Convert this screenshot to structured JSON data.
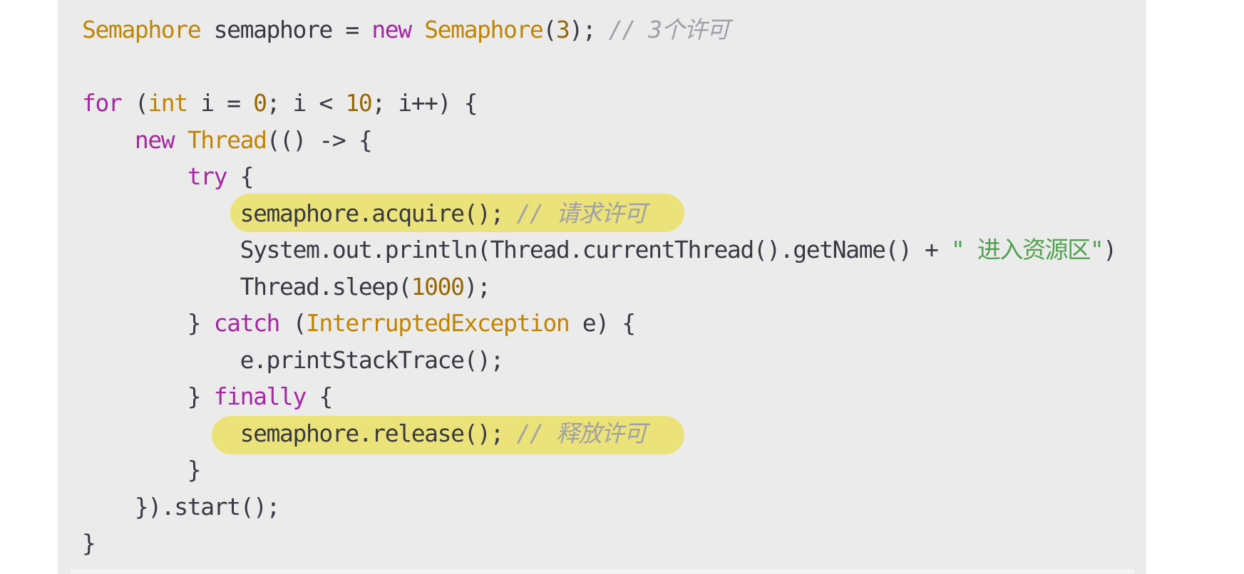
{
  "code": {
    "lines": [
      {
        "indent": "",
        "tokens": [
          {
            "t": "Semaphore",
            "c": "ty"
          },
          {
            "t": " semaphore = ",
            "c": "pl"
          },
          {
            "t": "new",
            "c": "kw"
          },
          {
            "t": " ",
            "c": "pl"
          },
          {
            "t": "Semaphore",
            "c": "ty"
          },
          {
            "t": "(",
            "c": "pl"
          },
          {
            "t": "3",
            "c": "num"
          },
          {
            "t": "); ",
            "c": "pl"
          },
          {
            "t": "// 3个许可",
            "c": "cmt"
          }
        ]
      },
      {
        "indent": "",
        "tokens": []
      },
      {
        "indent": "",
        "tokens": [
          {
            "t": "for",
            "c": "kw"
          },
          {
            "t": " (",
            "c": "pl"
          },
          {
            "t": "int",
            "c": "ty"
          },
          {
            "t": " i = ",
            "c": "pl"
          },
          {
            "t": "0",
            "c": "num"
          },
          {
            "t": "; i < ",
            "c": "pl"
          },
          {
            "t": "10",
            "c": "num"
          },
          {
            "t": "; i++) {",
            "c": "pl"
          }
        ]
      },
      {
        "indent": "    ",
        "tokens": [
          {
            "t": "new",
            "c": "kw"
          },
          {
            "t": " ",
            "c": "pl"
          },
          {
            "t": "Thread",
            "c": "ty"
          },
          {
            "t": "(() -> {",
            "c": "pl"
          }
        ]
      },
      {
        "indent": "        ",
        "tokens": [
          {
            "t": "try",
            "c": "kw"
          },
          {
            "t": " {",
            "c": "pl"
          }
        ]
      },
      {
        "indent": "            ",
        "tokens": [
          {
            "t": "semaphore.acquire(); ",
            "c": "pl"
          },
          {
            "t": "// 请求许可",
            "c": "cmt"
          }
        ]
      },
      {
        "indent": "            ",
        "tokens": [
          {
            "t": "System.out.println(Thread.currentThread().getName() + ",
            "c": "pl"
          },
          {
            "t": "\" 进入资源区\"",
            "c": "str"
          },
          {
            "t": ")",
            "c": "pl"
          }
        ]
      },
      {
        "indent": "            ",
        "tokens": [
          {
            "t": "Thread.sleep(",
            "c": "pl"
          },
          {
            "t": "1000",
            "c": "num"
          },
          {
            "t": ");",
            "c": "pl"
          }
        ]
      },
      {
        "indent": "        ",
        "tokens": [
          {
            "t": "} ",
            "c": "pl"
          },
          {
            "t": "catch",
            "c": "kw"
          },
          {
            "t": " (",
            "c": "pl"
          },
          {
            "t": "InterruptedException",
            "c": "ty"
          },
          {
            "t": " e) {",
            "c": "pl"
          }
        ]
      },
      {
        "indent": "            ",
        "tokens": [
          {
            "t": "e.printStackTrace();",
            "c": "pl"
          }
        ]
      },
      {
        "indent": "        ",
        "tokens": [
          {
            "t": "} ",
            "c": "pl"
          },
          {
            "t": "finally",
            "c": "kw"
          },
          {
            "t": " {",
            "c": "pl"
          }
        ]
      },
      {
        "indent": "            ",
        "tokens": [
          {
            "t": "semaphore.release(); ",
            "c": "pl"
          },
          {
            "t": "// 释放许可",
            "c": "cmt"
          }
        ]
      },
      {
        "indent": "        ",
        "tokens": [
          {
            "t": "}",
            "c": "pl"
          }
        ]
      },
      {
        "indent": "    ",
        "tokens": [
          {
            "t": "}).start();",
            "c": "pl"
          }
        ]
      },
      {
        "indent": "",
        "tokens": [
          {
            "t": "}",
            "c": "pl"
          }
        ]
      }
    ],
    "highlighted_lines": [
      5,
      11
    ],
    "colors": {
      "background": "#ebebeb",
      "highlight": "#ece27a",
      "keyword": "#a626a4",
      "type": "#c18401",
      "number": "#986801",
      "string": "#50a14f",
      "comment": "#a0a1a7",
      "plain": "#383a42"
    }
  }
}
